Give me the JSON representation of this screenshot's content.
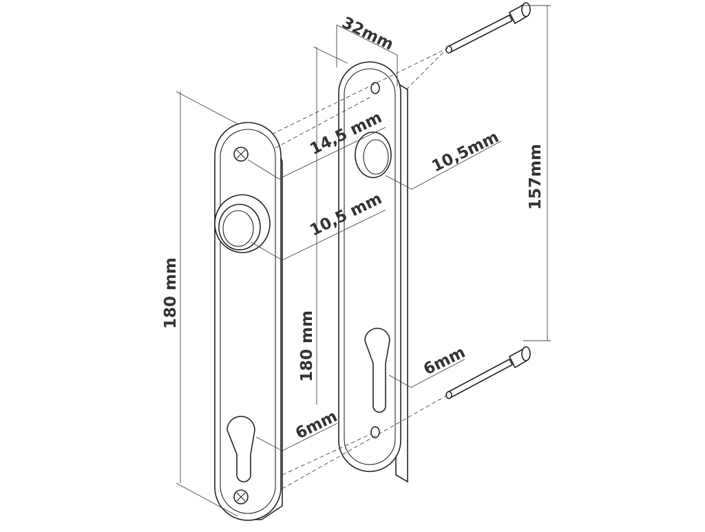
{
  "labels": {
    "dim_32": "32mm",
    "dim_145": "14,5 mm",
    "dim_105_front": "10,5 mm",
    "dim_105_back": "10,5mm",
    "dim_180_outer": "180 mm",
    "dim_180_inner": "180 mm",
    "dim_157": "157mm",
    "dim_6_front": "6mm",
    "dim_6_back": "6mm"
  },
  "colors": {
    "line": "#222222",
    "text": "#333333",
    "background": "#ffffff"
  }
}
